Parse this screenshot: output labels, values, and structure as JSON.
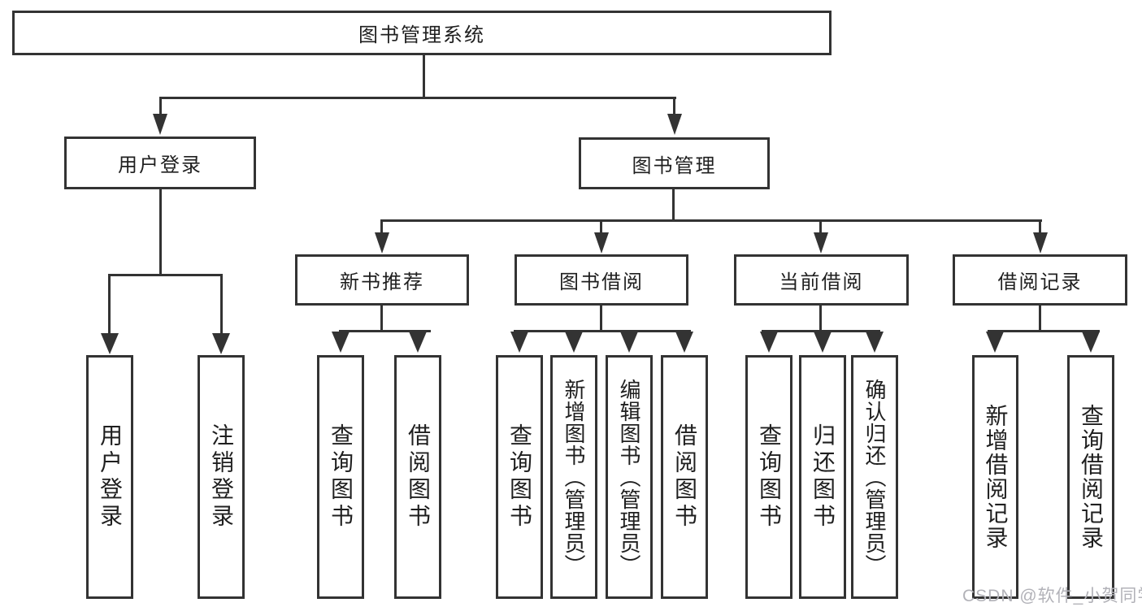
{
  "diagram": {
    "root": {
      "label": "图书管理系统"
    },
    "branches": [
      {
        "label": "用户登录",
        "children": [
          {
            "label": "用户登录"
          },
          {
            "label": "注销登录"
          }
        ]
      },
      {
        "label": "图书管理",
        "groups": [
          {
            "label": "新书推荐",
            "children": [
              {
                "label": "查询图书"
              },
              {
                "label": "借阅图书"
              }
            ]
          },
          {
            "label": "图书借阅",
            "children": [
              {
                "label": "查询图书"
              },
              {
                "label": "新增图书（管理员）"
              },
              {
                "label": "编辑图书（管理员）"
              },
              {
                "label": "借阅图书"
              }
            ]
          },
          {
            "label": "当前借阅",
            "children": [
              {
                "label": "查询图书"
              },
              {
                "label": "归还图书"
              },
              {
                "label": "确认归还（管理员）"
              }
            ]
          },
          {
            "label": "借阅记录",
            "children": [
              {
                "label": "新增借阅记录"
              },
              {
                "label": "查询借阅记录"
              }
            ]
          }
        ]
      }
    ],
    "watermark": {
      "text": "CSDN @软件_小贺同学"
    },
    "colors": {
      "line": "#333333",
      "text": "#1f1f1f",
      "watermark": "#b2b2b8",
      "background": "#ffffff"
    }
  }
}
